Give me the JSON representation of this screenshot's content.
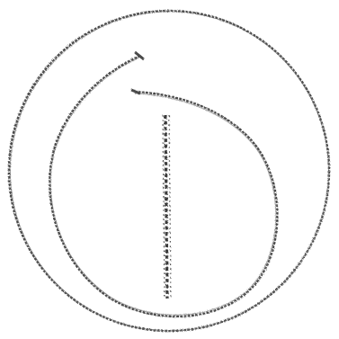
{
  "figure": {
    "description_kind": "pencil-sketch",
    "stroke_color": "#4a4a4a",
    "background_color": "#ffffff",
    "elements": {
      "outer_circle": {
        "icon": "circle-outline"
      },
      "inner_spiral": {
        "icon": "spiral-curve"
      },
      "vertical_bar": {
        "icon": "braided-vertical-line"
      }
    }
  }
}
